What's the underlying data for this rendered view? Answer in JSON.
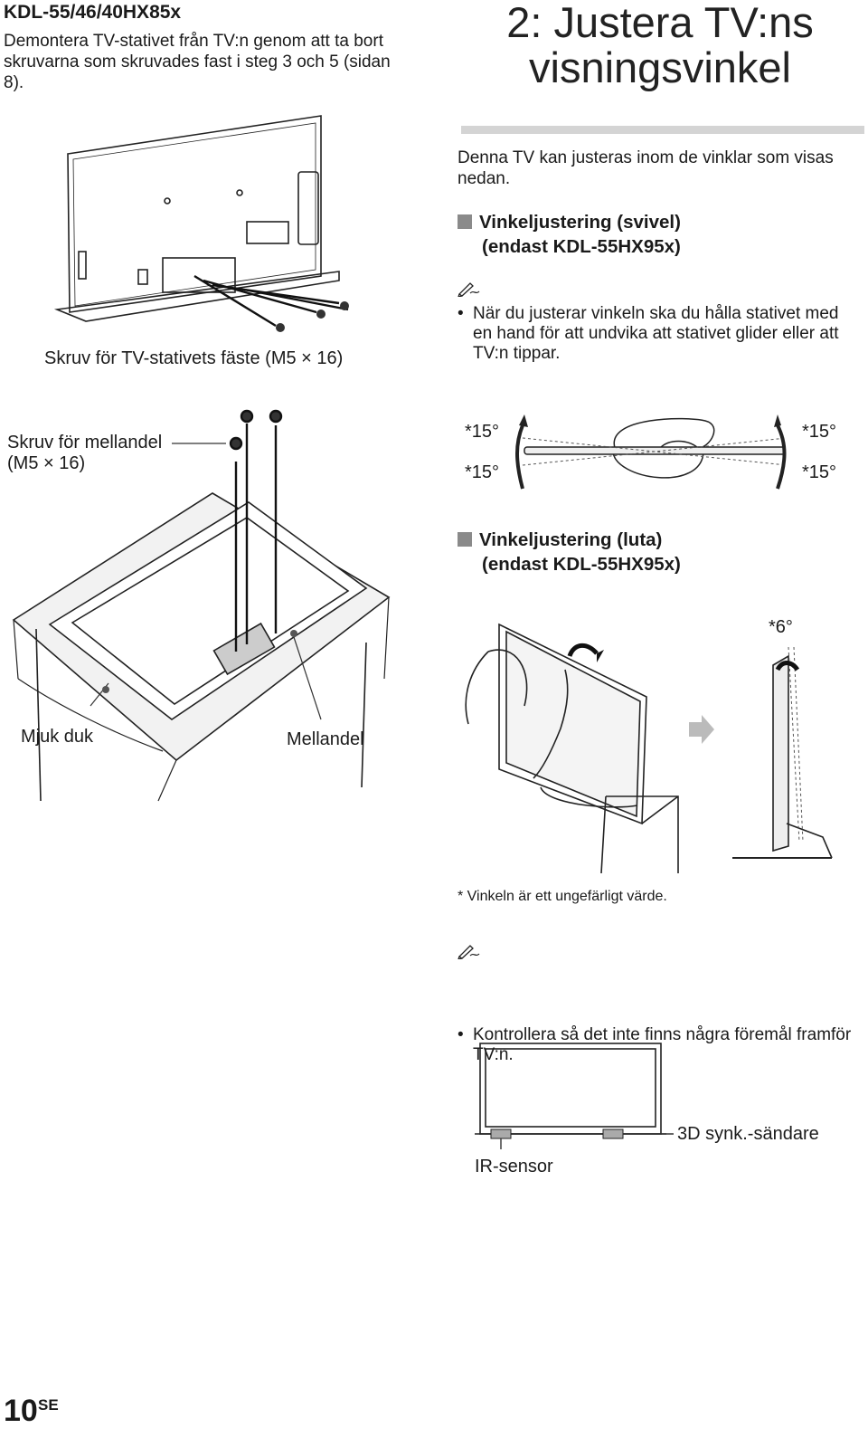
{
  "header": {
    "model": "KDL-55/46/40HX85x",
    "intro": "Demontera TV-stativet från TV:n genom att ta bort skruvarna som skruvades fast i steg 3 och 5 (sidan 8).",
    "title": "2: Justera TV:ns visningsvinkel"
  },
  "figure1": {
    "label": "Skruv för TV-stativets fäste (M5 × 16)"
  },
  "figure2": {
    "screw_label_line1": "Skruv för mellandel",
    "screw_label_line2": "(M5 × 16)",
    "cloth_label": "Mjuk duk",
    "middle_label": "Mellandel"
  },
  "right": {
    "intro": "Denna TV kan justeras inom de vinklar som visas nedan.",
    "swivel_heading_1": "Vinkeljustering (svivel)",
    "swivel_heading_2": "(endast KDL-55HX95x)",
    "note_icon": "pencil-note-icon",
    "swivel_note": "När du justerar vinkeln ska du hålla stativet med en hand för att undvika att stativet glider eller att TV:n tippar.",
    "angle_tl": "*15°",
    "angle_bl": "*15°",
    "angle_tr": "*15°",
    "angle_br": "*15°",
    "tilt_heading_1": "Vinkeljustering (luta)",
    "tilt_heading_2": "(endast KDL-55HX95x)",
    "tilt_angle": "*6°",
    "footnote": "* Vinkeln är ett ungefärligt värde.",
    "note2": "Kontrollera så det inte finns några föremål framför TV:n.",
    "ir_label": "IR-sensor",
    "sync_label": "3D synk.-sändare"
  },
  "footer": {
    "page_number": "10",
    "page_suffix": "SE"
  }
}
